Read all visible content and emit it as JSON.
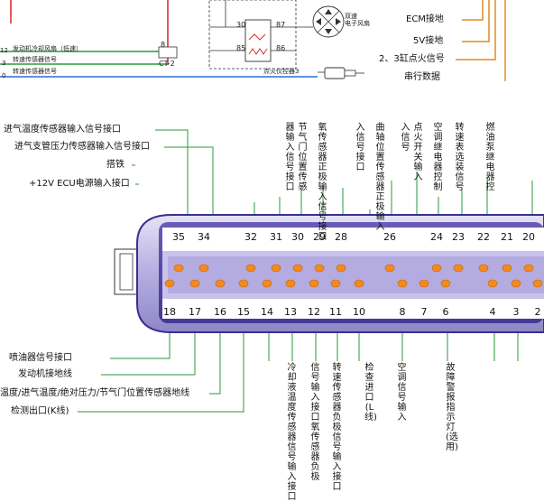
{
  "top": {
    "left_labels": [
      "发动机冷却风扇（低速）",
      "转速传感器信号",
      "转速传感器信号"
    ],
    "left_numbers": [
      "12",
      "3",
      "0"
    ],
    "ct2_label": "CT-2",
    "ct2_pin": "8",
    "relay_pins": [
      "30",
      "87",
      "85",
      "86"
    ],
    "fan_label": "双速\n电子风扇",
    "dashboard_label": "点火仪控器3",
    "right_labels": [
      "ECM接地",
      "5V接地",
      "2、3缸点火信号",
      "串行数据"
    ]
  },
  "left_labels": [
    "进气温度传感器输入信号接口",
    "进气支管压力传感器输入信号接口",
    "搭铁",
    "+12V ECU电源输入接口"
  ],
  "top_vertical_labels": [
    "器输入信号接口",
    "节气门位置传感",
    "氧传感器正极输入信号接口",
    "入信号接口",
    "曲轴位置传感器正极输入",
    "入信号",
    "点火开关输入",
    "空调继电器控制",
    "转速表选装信号",
    "燃油泵继电器控"
  ],
  "top_pins": [
    "35",
    "34",
    "32",
    "31",
    "30",
    "29",
    "28",
    "26",
    "24",
    "23",
    "22",
    "21",
    "20"
  ],
  "bottom_pins": [
    "18",
    "17",
    "16",
    "15",
    "14",
    "13",
    "12",
    "11",
    "10",
    "8",
    "7",
    "6",
    "4",
    "3",
    "2"
  ],
  "bottom_left_labels": [
    "喷油器信号接口",
    "发动机接地线",
    "温度/进气温度/绝对压力/节气门位置传感器地线",
    "检测出口(K线)"
  ],
  "bottom_vertical_labels": [
    "冷却液温度传感器信号输入接口",
    "信号输入接口氧传感器负极",
    "转速传感器负极信号输入接口",
    "检查进口(L线)",
    "空调信号输入",
    "故障警报指示灯(选用)"
  ]
}
